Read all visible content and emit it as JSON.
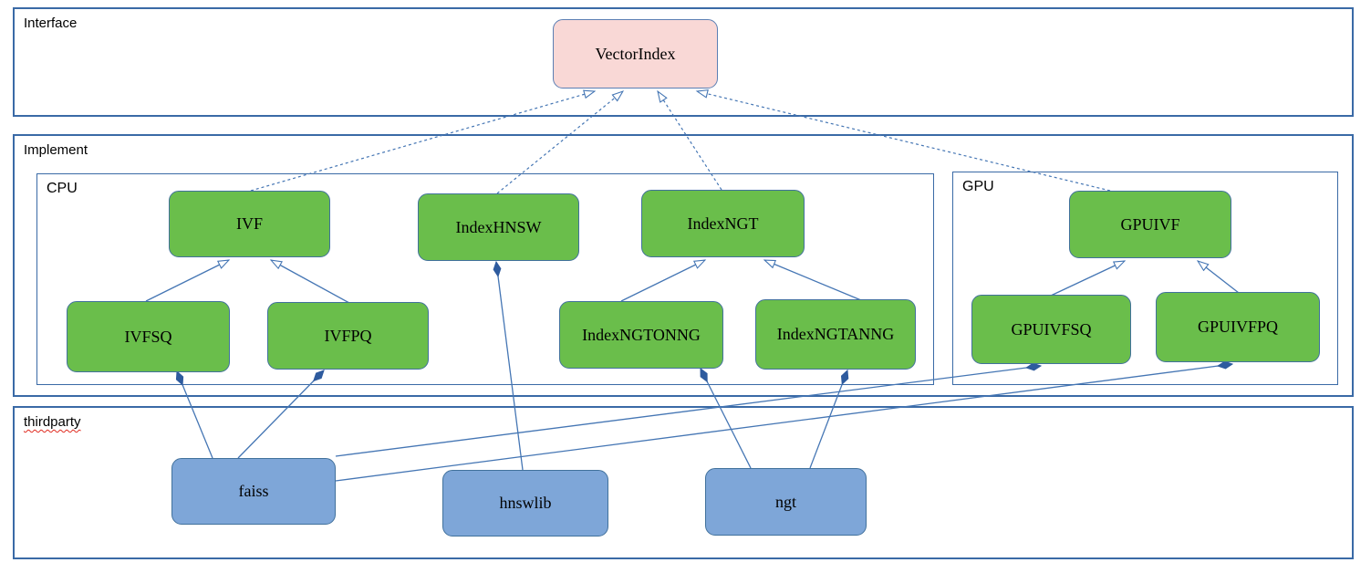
{
  "diagram": {
    "containers": {
      "interface": {
        "label": "Interface"
      },
      "implement": {
        "label": "Implement"
      },
      "cpu": {
        "label": "CPU"
      },
      "gpu": {
        "label": "GPU"
      },
      "thirdparty": {
        "label": "thirdparty",
        "misspelled": true
      }
    },
    "nodes": {
      "vectorindex": {
        "label": "VectorIndex",
        "group": "interface"
      },
      "ivf": {
        "label": "IVF",
        "group": "cpu"
      },
      "indexhnsw": {
        "label": "IndexHNSW",
        "group": "cpu"
      },
      "indexngt": {
        "label": "IndexNGT",
        "group": "cpu"
      },
      "ivfsq": {
        "label": "IVFSQ",
        "group": "cpu"
      },
      "ivfpq": {
        "label": "IVFPQ",
        "group": "cpu"
      },
      "indexngtonng": {
        "label": "IndexNGTONNG",
        "group": "cpu"
      },
      "indexngtanng": {
        "label": "IndexNGTANNG",
        "group": "cpu"
      },
      "gpuivf": {
        "label": "GPUIVF",
        "group": "gpu"
      },
      "gpuivfsq": {
        "label": "GPUIVFSQ",
        "group": "gpu"
      },
      "gpuivfpq": {
        "label": "GPUIVFPQ",
        "group": "gpu"
      },
      "faiss": {
        "label": "faiss",
        "group": "thirdparty"
      },
      "hnswlib": {
        "label": "hnswlib",
        "group": "thirdparty"
      },
      "ngt": {
        "label": "ngt",
        "group": "thirdparty"
      }
    },
    "edges": [
      {
        "from": "IVF",
        "to": "VectorIndex",
        "relation": "inherits",
        "line": "dashed",
        "head": "hollow-triangle"
      },
      {
        "from": "IndexHNSW",
        "to": "VectorIndex",
        "relation": "inherits",
        "line": "dashed",
        "head": "hollow-triangle"
      },
      {
        "from": "IndexNGT",
        "to": "VectorIndex",
        "relation": "inherits",
        "line": "dashed",
        "head": "hollow-triangle"
      },
      {
        "from": "GPUIVF",
        "to": "VectorIndex",
        "relation": "inherits",
        "line": "dashed",
        "head": "hollow-triangle"
      },
      {
        "from": "IVFSQ",
        "to": "IVF",
        "relation": "inherits",
        "line": "solid",
        "head": "hollow-triangle"
      },
      {
        "from": "IVFPQ",
        "to": "IVF",
        "relation": "inherits",
        "line": "solid",
        "head": "hollow-triangle"
      },
      {
        "from": "IndexNGTONNG",
        "to": "IndexNGT",
        "relation": "inherits",
        "line": "solid",
        "head": "hollow-triangle"
      },
      {
        "from": "IndexNGTANNG",
        "to": "IndexNGT",
        "relation": "inherits",
        "line": "solid",
        "head": "hollow-triangle"
      },
      {
        "from": "GPUIVFSQ",
        "to": "GPUIVF",
        "relation": "inherits",
        "line": "solid",
        "head": "hollow-triangle"
      },
      {
        "from": "GPUIVFPQ",
        "to": "GPUIVF",
        "relation": "inherits",
        "line": "solid",
        "head": "hollow-triangle"
      },
      {
        "from": "faiss",
        "to": "IVFSQ",
        "relation": "composes",
        "line": "solid",
        "head": "filled-diamond"
      },
      {
        "from": "faiss",
        "to": "IVFPQ",
        "relation": "composes",
        "line": "solid",
        "head": "filled-diamond"
      },
      {
        "from": "faiss",
        "to": "GPUIVFSQ",
        "relation": "composes",
        "line": "solid",
        "head": "filled-diamond"
      },
      {
        "from": "faiss",
        "to": "GPUIVFPQ",
        "relation": "composes",
        "line": "solid",
        "head": "filled-diamond"
      },
      {
        "from": "hnswlib",
        "to": "IndexHNSW",
        "relation": "composes",
        "line": "solid",
        "head": "filled-diamond"
      },
      {
        "from": "ngt",
        "to": "IndexNGTONNG",
        "relation": "composes",
        "line": "solid",
        "head": "filled-diamond"
      },
      {
        "from": "ngt",
        "to": "IndexNGTANNG",
        "relation": "composes",
        "line": "solid",
        "head": "filled-diamond"
      }
    ],
    "colors": {
      "interface_node_fill": "#f9d8d6",
      "implement_node_fill": "#6abe4b",
      "thirdparty_node_fill": "#7ea6d8",
      "node_border": "#41719c",
      "container_border": "#3a6aa6",
      "edge_stroke": "#4576b4",
      "diamond_fill": "#2e5b9e",
      "spellcheck_underline": "#e02b20"
    }
  }
}
